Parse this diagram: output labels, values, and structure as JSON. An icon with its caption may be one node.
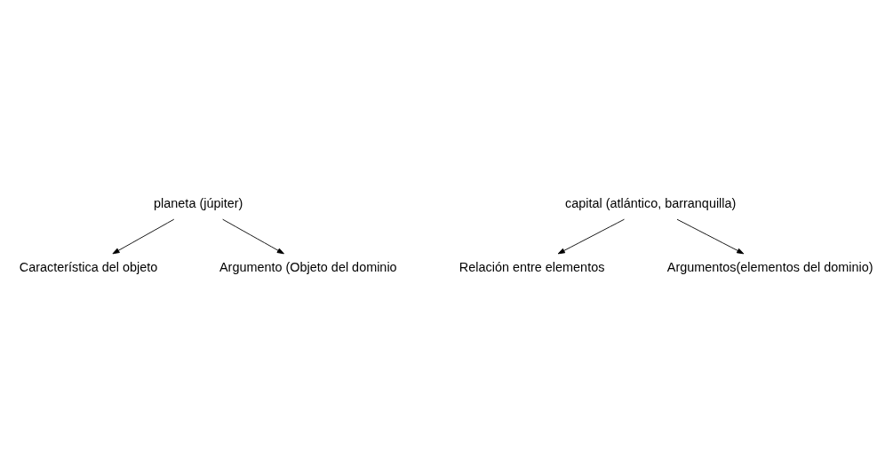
{
  "diagram": {
    "nodes": [
      {
        "text": [
          "planeta (júpiter)"
        ]
      },
      {
        "text": [
          "Característica del objeto"
        ]
      },
      {
        "text": [
          "Argumento (Objeto del dominio"
        ]
      },
      {
        "text": [
          "capital (atlántico, barranquilla)"
        ]
      },
      {
        "text": [
          "Relación entre elementos"
        ]
      },
      {
        "text": [
          "Argumentos(elementos del dominio)"
        ]
      }
    ],
    "edges": [
      {
        "from": 0,
        "to": 1,
        "arrow": "to"
      },
      {
        "from": 0,
        "to": 2,
        "arrow": "to"
      },
      {
        "from": 3,
        "to": 4,
        "arrow": "to"
      },
      {
        "from": 3,
        "to": 5,
        "arrow": "to"
      }
    ]
  }
}
